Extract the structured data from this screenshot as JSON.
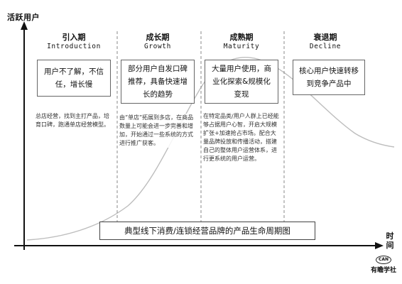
{
  "axes": {
    "y_label": "活跃用户",
    "x_label": "时间"
  },
  "phases": [
    {
      "title_cn": "引入期",
      "title_en": "Introduction",
      "box_text": "用户不了解，不信任，增长慢",
      "desc": "总店经营，找到主打产品，培育口碑，跑通单店经营模型。"
    },
    {
      "title_cn": "成长期",
      "title_en": "Growth",
      "box_text": "部分用户自发口碑推荐，具备快速增长的趋势",
      "desc": "由“单店”拓展到多店，在商品数量上可能会进一步完善和增加，开始通过一些系统的方式进行推广获客。"
    },
    {
      "title_cn": "成熟期",
      "title_en": "Maturity",
      "box_text": "大量用户使用，商业化探索&规模化变现",
      "desc": "在特定品类/用户人群上已经能够占据用户心智，开启大规模扩张+加速抢占市场。配合大量品牌投放和传播活动，搭建自己的整体用户运营体系，进行更系统的用户运营。"
    },
    {
      "title_cn": "衰退期",
      "title_en": "Decline",
      "box_text": "核心用户快速转移到竞争产品中",
      "desc": ""
    }
  ],
  "caption": "典型线下消费/连锁经营品牌的产品生命周期图",
  "logo": {
    "mark": "CAN",
    "text": "有瞻学社"
  },
  "colors": {
    "curve": "#bdbdbd",
    "axis": "#111111",
    "divider": "#888888"
  }
}
